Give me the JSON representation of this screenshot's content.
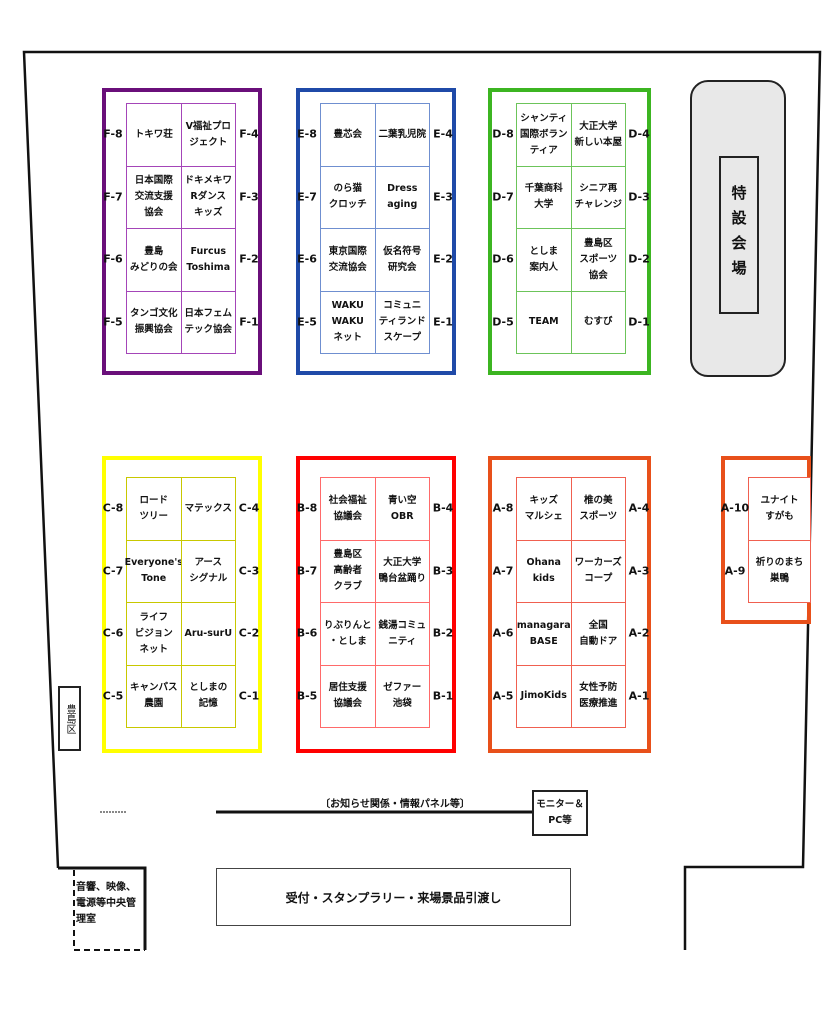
{
  "blocks": [
    {
      "id": "F",
      "color": "#6a0f7a",
      "inner_color": "#a445b8",
      "left": [
        {
          "label": "F-8",
          "name": "トキワ荘"
        },
        {
          "label": "F-7",
          "name": "日本国際\n交流支援\n協会"
        },
        {
          "label": "F-6",
          "name": "豊島\nみどりの会"
        },
        {
          "label": "F-5",
          "name": "タンゴ文化\n振興協会"
        }
      ],
      "right": [
        {
          "label": "F-4",
          "name": "V福祉プロ\nジェクト"
        },
        {
          "label": "F-3",
          "name": "ドキメキワ\nRダンス\nキッズ"
        },
        {
          "label": "F-2",
          "name": "Furcus\nToshima"
        },
        {
          "label": "F-1",
          "name": "日本フェム\nテック協会"
        }
      ]
    },
    {
      "id": "E",
      "color": "#1f4aa8",
      "inner_color": "#6f8fd0",
      "left": [
        {
          "label": "E-8",
          "name": "豊芯会"
        },
        {
          "label": "E-7",
          "name": "のら猫\nクロッチ"
        },
        {
          "label": "E-6",
          "name": "東京国際\n交流協会"
        },
        {
          "label": "E-5",
          "name": "WAKU\nWAKU\nネット"
        }
      ],
      "right": [
        {
          "label": "E-4",
          "name": "二葉乳児院"
        },
        {
          "label": "E-3",
          "name": "Dress\naging"
        },
        {
          "label": "E-2",
          "name": "仮名符号\n研究会"
        },
        {
          "label": "E-1",
          "name": "コミュニ\nティランド\nスケープ"
        }
      ]
    },
    {
      "id": "D",
      "color": "#3cb521",
      "inner_color": "#6cc45a",
      "left": [
        {
          "label": "D-8",
          "name": "シャンティ\n国際ボラン\nティア"
        },
        {
          "label": "D-7",
          "name": "千葉商科\n大学"
        },
        {
          "label": "D-6",
          "name": "としま\n案内人"
        },
        {
          "label": "D-5",
          "name": "TEAM"
        }
      ],
      "right": [
        {
          "label": "D-4",
          "name": "大正大学\n新しい本屋"
        },
        {
          "label": "D-3",
          "name": "シニア再\nチャレンジ"
        },
        {
          "label": "D-2",
          "name": "豊島区\nスポーツ\n協会"
        },
        {
          "label": "D-1",
          "name": "むすび"
        }
      ]
    },
    {
      "id": "C",
      "color": "#ffff00",
      "inner_color": "#c8c800",
      "left": [
        {
          "label": "C-8",
          "name": "ロード\nツリー"
        },
        {
          "label": "C-7",
          "name": "Everyone's\nTone"
        },
        {
          "label": "C-6",
          "name": "ライフ\nビジョン\nネット"
        },
        {
          "label": "C-5",
          "name": "キャンパス\n農園"
        }
      ],
      "right": [
        {
          "label": "C-4",
          "name": "マテックス"
        },
        {
          "label": "C-3",
          "name": "アース\nシグナル"
        },
        {
          "label": "C-2",
          "name": "Aru-surU"
        },
        {
          "label": "C-1",
          "name": "としまの\n記憶"
        }
      ]
    },
    {
      "id": "B",
      "color": "#ff0000",
      "inner_color": "#ff6a6a",
      "left": [
        {
          "label": "B-8",
          "name": "社会福祉\n協議会"
        },
        {
          "label": "B-7",
          "name": "豊島区\n高齢者\nクラブ"
        },
        {
          "label": "B-6",
          "name": "りぶりんと\n・としま"
        },
        {
          "label": "B-5",
          "name": "居住支援\n協議会"
        }
      ],
      "right": [
        {
          "label": "B-4",
          "name": "青い空\nOBR"
        },
        {
          "label": "B-3",
          "name": "大正大学\n鴨台盆踊り"
        },
        {
          "label": "B-2",
          "name": "銭湯コミュ\nニティ"
        },
        {
          "label": "B-1",
          "name": "ゼファー\n池袋"
        }
      ]
    },
    {
      "id": "A",
      "color": "#e8501a",
      "inner_color": "#f06050",
      "left": [
        {
          "label": "A-8",
          "name": "キッズ\nマルシェ"
        },
        {
          "label": "A-7",
          "name": "Ohana\nkids"
        },
        {
          "label": "A-6",
          "name": "managara\nBASE"
        },
        {
          "label": "A-5",
          "name": "JimoKids"
        }
      ],
      "right": [
        {
          "label": "A-4",
          "name": "椎の美\nスポーツ"
        },
        {
          "label": "A-3",
          "name": "ワーカーズ\nコープ"
        },
        {
          "label": "A-2",
          "name": "全国\n自動ドア"
        },
        {
          "label": "A-1",
          "name": "女性予防\n医療推進"
        }
      ]
    }
  ],
  "extra_block": {
    "id": "A2",
    "color": "#e8501a",
    "inner_color": "#f06050",
    "left": [
      {
        "label": "A-10",
        "name": "ユナイト\nすがも"
      },
      {
        "label": "A-9",
        "name": "祈りのまち\n巣鴨"
      }
    ]
  },
  "special_venue": "特設会場",
  "ward_booth": "豊島区",
  "panel_label": "〔お知らせ関係・情報パネル等〕",
  "monitor": "モニター＆\nPC等",
  "reception": "受付・スタンプラリー・来場景品引渡し",
  "control_room": "音響、映像、電源等中央管理室"
}
